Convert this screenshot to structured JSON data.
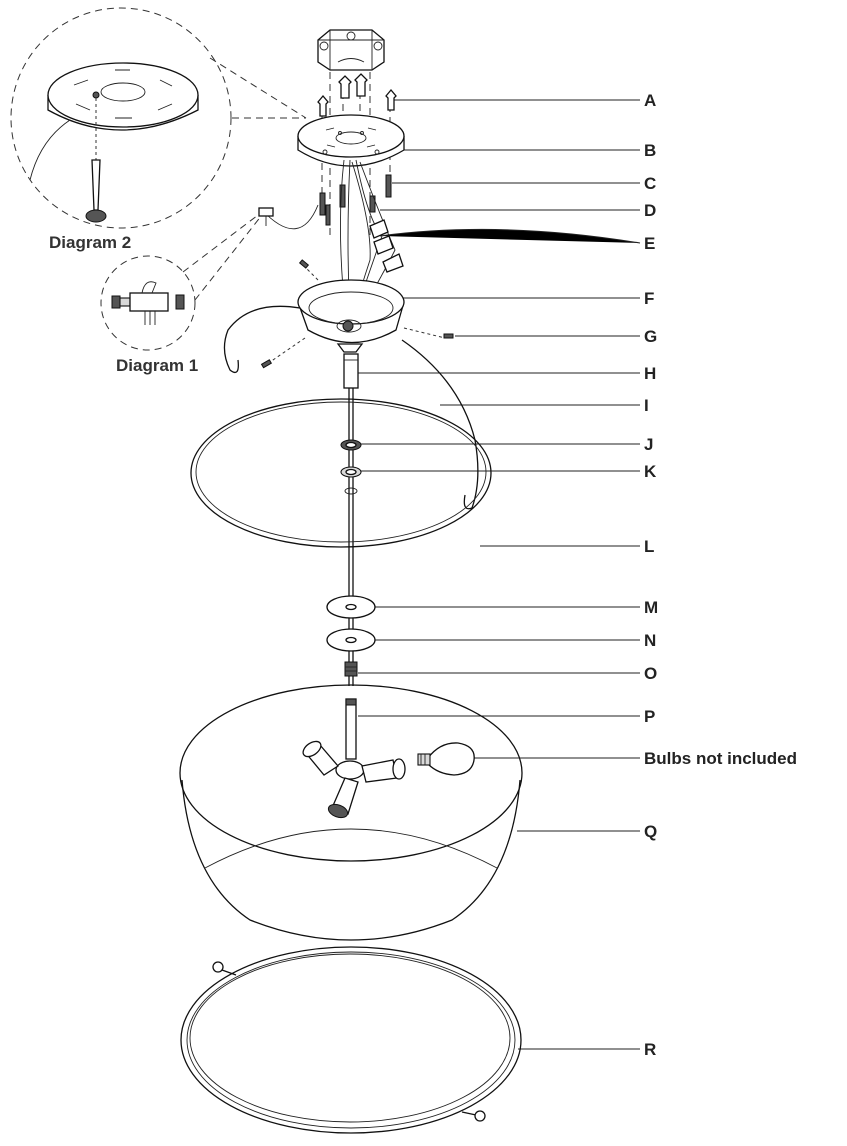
{
  "captions": {
    "diagram1": "Diagram 1",
    "diagram2": "Diagram 2"
  },
  "callouts": [
    {
      "id": "A",
      "label": "A"
    },
    {
      "id": "B",
      "label": "B"
    },
    {
      "id": "C",
      "label": "C"
    },
    {
      "id": "D",
      "label": "D"
    },
    {
      "id": "E",
      "label": "E"
    },
    {
      "id": "F",
      "label": "F"
    },
    {
      "id": "G",
      "label": "G"
    },
    {
      "id": "H",
      "label": "H"
    },
    {
      "id": "I",
      "label": "I"
    },
    {
      "id": "J",
      "label": "J"
    },
    {
      "id": "K",
      "label": "K"
    },
    {
      "id": "L",
      "label": "L"
    },
    {
      "id": "M",
      "label": "M"
    },
    {
      "id": "N",
      "label": "N"
    },
    {
      "id": "O",
      "label": "O"
    },
    {
      "id": "P",
      "label": "P"
    },
    {
      "id": "bulbs",
      "label": "Bulbs not included"
    },
    {
      "id": "Q",
      "label": "Q"
    },
    {
      "id": "R",
      "label": "R"
    }
  ],
  "colors": {
    "line": "#111111",
    "background": "#ffffff",
    "dark_part": "#555555"
  }
}
